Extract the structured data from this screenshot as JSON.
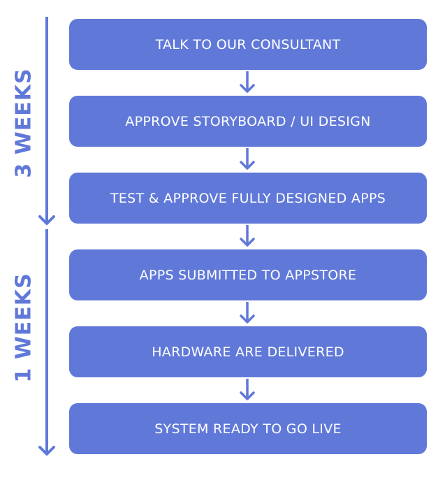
{
  "colors": {
    "accent": "#6079d8",
    "text_on_accent": "#ffffff"
  },
  "phases": [
    {
      "label": "3 WEEKS"
    },
    {
      "label": "1 WEEKS"
    }
  ],
  "steps": [
    {
      "label": "TALK TO OUR CONSULTANT"
    },
    {
      "label": "APPROVE STORYBOARD / UI DESIGN"
    },
    {
      "label": "TEST & APPROVE FULLY DESIGNED APPS"
    },
    {
      "label": "APPS SUBMITTED TO APPSTORE"
    },
    {
      "label": "HARDWARE ARE DELIVERED"
    },
    {
      "label": "SYSTEM READY TO GO LIVE"
    }
  ]
}
